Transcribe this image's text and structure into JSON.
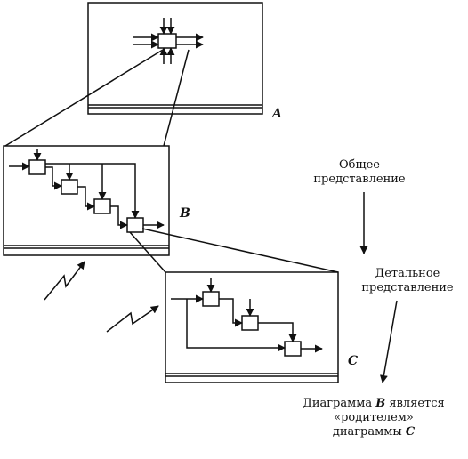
{
  "labels": {
    "a": "A",
    "b": "B",
    "c": "C"
  },
  "flow": {
    "general": [
      "Общее",
      "представление"
    ],
    "detailed": [
      "Детальное",
      "представление"
    ]
  },
  "caption": {
    "line1_before": "Диаграмма ",
    "line1_letter": "B",
    "line1_after": " является",
    "line2": "«родителем»",
    "line3_before": "диаграммы ",
    "line3_letter": "C"
  }
}
